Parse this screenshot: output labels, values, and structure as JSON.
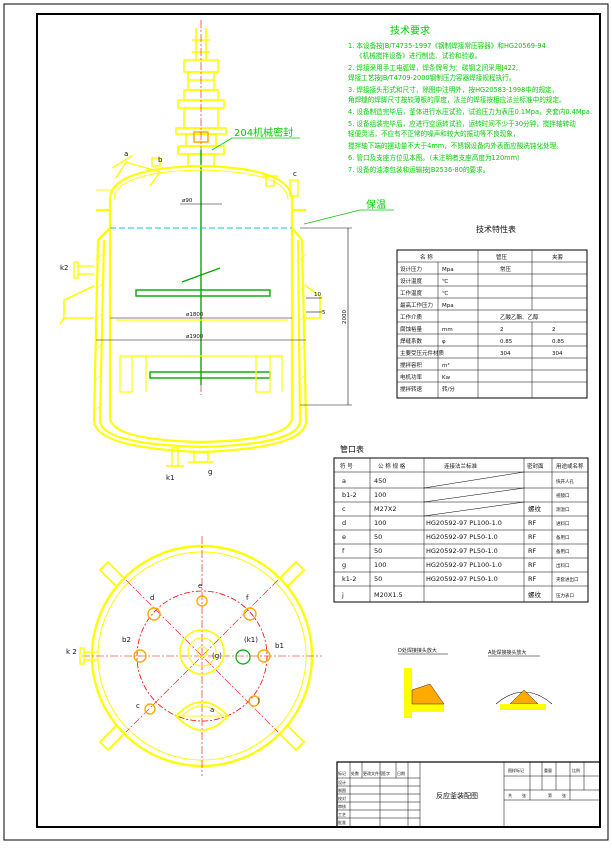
{
  "requirements": {
    "title": "技术要求",
    "lines": [
      "1. 本设备按JB/T4735-1997《钢制焊接常压容器》和HG20569-94",
      "《机械搅拌设备》进行制造、试验和验收。",
      "2. 焊接采用手工电弧焊，焊条牌号为：碳钢之间采用J422,",
      "焊接工艺按JB/T4709-2000钢制压力容器焊接规程执行。",
      "3. 焊接接头形式和尺寸，除图中注明外，按HG20583-1998中的规定，",
      "角焊缝的焊脚尺寸按较薄板的厚度，法兰的焊接按相应法兰标准中的规定。",
      "4. 设备制造完毕后，釜体进行水压试验，试验压力为表压0.1Mpa，夹套内0.4Mpa.",
      "5. 设备组装完毕后，应进行空运转试验，运转时间不少于30分钟，搅拌轴转动",
      "轻便灵活，不应有不正常的噪声和较大的振动等不良现象，",
      "搅拌轴下端的摆动量不大于4mm，不锈钢设备内外表面应酸洗钝化处理。",
      "6. 管口及支座方位见本图。（未注明者支座高度为120mm）",
      "7. 设备的油漆包装和运输按JB2536-80的要求。"
    ]
  },
  "callouts": {
    "seal": "204机械密封",
    "insulation": "保温"
  },
  "dims": {
    "d90": "ø90",
    "d1800": "ø1800",
    "d1900": "ø1900",
    "h2000": "2000",
    "d10": "10",
    "d5": "5"
  },
  "nozzle_labels": {
    "a": "a",
    "b": "b",
    "c": "c",
    "k2": "k2",
    "k1": "k1",
    "g": "g",
    "d": "d",
    "e": "e",
    "f": "f",
    "b1": "b1",
    "b2": "b2",
    "j": "j",
    "gc": "(g)",
    "k1c": "(k1)",
    "plan_a": "a",
    "plan_k2": "k 2"
  },
  "spec_table": {
    "title": "技术特性表",
    "header": [
      "名  称",
      "管压",
      "夹套"
    ],
    "rows": [
      [
        "设计压力",
        "Mpa",
        "常压",
        ""
      ],
      [
        "设计温度",
        "℃",
        "",
        ""
      ],
      [
        "工作温度",
        "℃",
        "",
        ""
      ],
      [
        "最高工作压力",
        "Mpa",
        "",
        ""
      ],
      [
        "工作介质",
        "",
        "乙酸乙酯、乙醇",
        ""
      ],
      [
        "腐蚀裕量",
        "mm",
        "2",
        "2"
      ],
      [
        "焊缝系数",
        "φ",
        "0.85",
        "0.85"
      ],
      [
        "主要受压元件材质",
        "",
        "304",
        "304"
      ],
      [
        "搅拌容积",
        "m³",
        "",
        ""
      ],
      [
        "电机功率",
        "Kw",
        "",
        ""
      ],
      [
        "搅拌转速",
        "转/分",
        "",
        ""
      ]
    ]
  },
  "nozzle_table": {
    "title": "管口表",
    "header": [
      "符 号",
      "公 称 规 格",
      "连接法兰标准",
      "密封面",
      "用途或名称"
    ],
    "rows": [
      [
        "a",
        "450",
        "",
        "",
        "快开人孔"
      ],
      [
        "b1-2",
        "100",
        "",
        "",
        "视镜口"
      ],
      [
        "c",
        "M27X2",
        "",
        "螺纹",
        "测温口"
      ],
      [
        "d",
        "100",
        "HG20592-97 PL100-1.0",
        "RF",
        "进料口"
      ],
      [
        "e",
        "50",
        "HG20592-97 PL50-1.0",
        "RF",
        "备用口"
      ],
      [
        "f",
        "50",
        "HG20592-97 PL50-1.0",
        "RF",
        "备用口"
      ],
      [
        "g",
        "100",
        "HG20592-97 PL100-1.0",
        "RF",
        "出料口"
      ],
      [
        "k1-2",
        "50",
        "HG20592-97 PL50-1.0",
        "RF",
        "夹套进出口"
      ],
      [
        "j",
        "M20X1.5",
        "",
        "螺纹",
        "压力表口"
      ]
    ]
  },
  "details": {
    "d1": "D处焊接接头放大",
    "d2": "A处焊接接头放大"
  },
  "title_block": {
    "drawing_title": "反应釜装配图",
    "left_labels": [
      "标记",
      "处数",
      "更改文件号",
      "签字",
      "日期"
    ],
    "roles": [
      "设计",
      "制图",
      "校对",
      "审核",
      "工艺",
      "批准"
    ],
    "right_labels": [
      "图样标记",
      "重量",
      "比例",
      "共",
      "张",
      "第",
      "张"
    ]
  },
  "colors": {
    "frame": "#000000",
    "vessel": "#ffff00",
    "agitator": "#00aa00",
    "centerline": "#ff0000",
    "text_green": "#00cc00",
    "orange": "#ffaa00",
    "dim": "#111111"
  }
}
